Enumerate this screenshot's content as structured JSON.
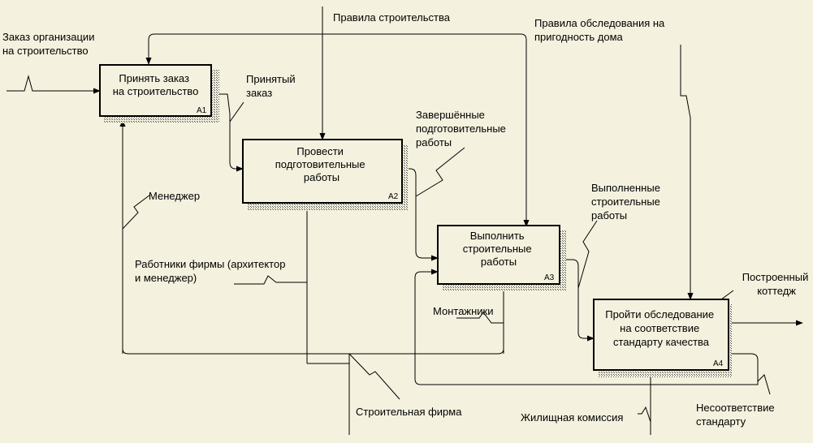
{
  "boxes": [
    {
      "id": "A1",
      "lines": [
        "Принять заказ",
        "на строительство"
      ],
      "number": "A1"
    },
    {
      "id": "A2",
      "lines": [
        "Провести",
        "подготовительные",
        "работы"
      ],
      "number": "A2"
    },
    {
      "id": "A3",
      "lines": [
        "Выполнить",
        "строительные",
        "работы"
      ],
      "number": "A3"
    },
    {
      "id": "A4",
      "lines": [
        "Пройти обследование",
        "на соответствие",
        "стандарту качества"
      ],
      "number": "A4"
    }
  ],
  "labels": {
    "order_input": [
      "Заказ организации",
      "на строительство"
    ],
    "construction_rules": [
      "Правила строительства"
    ],
    "inspection_rules": [
      "Правила обследования на",
      "пригодность дома"
    ],
    "accepted_order": [
      "Принятый",
      "заказ"
    ],
    "prep_done": [
      "Завершённые",
      "подготовительные",
      "работы"
    ],
    "construction_done": [
      "Выполненные",
      "строительные",
      "работы"
    ],
    "built_cottage": [
      "Построенный",
      "коттедж"
    ],
    "manager": [
      "Менеджер"
    ],
    "firm_staff": [
      "Работники фирмы (архитектор",
      "и менеджер)"
    ],
    "installers": [
      "Монтажники"
    ],
    "construction_firm": [
      "Строительная фирма"
    ],
    "housing_commission": [
      "Жилищная комиссия"
    ],
    "nonconformity": [
      "Несоответствие",
      "стандарту"
    ]
  },
  "colors": {
    "background": "#f4f1de",
    "box_fill": "#f4f1de",
    "line": "#000000"
  }
}
